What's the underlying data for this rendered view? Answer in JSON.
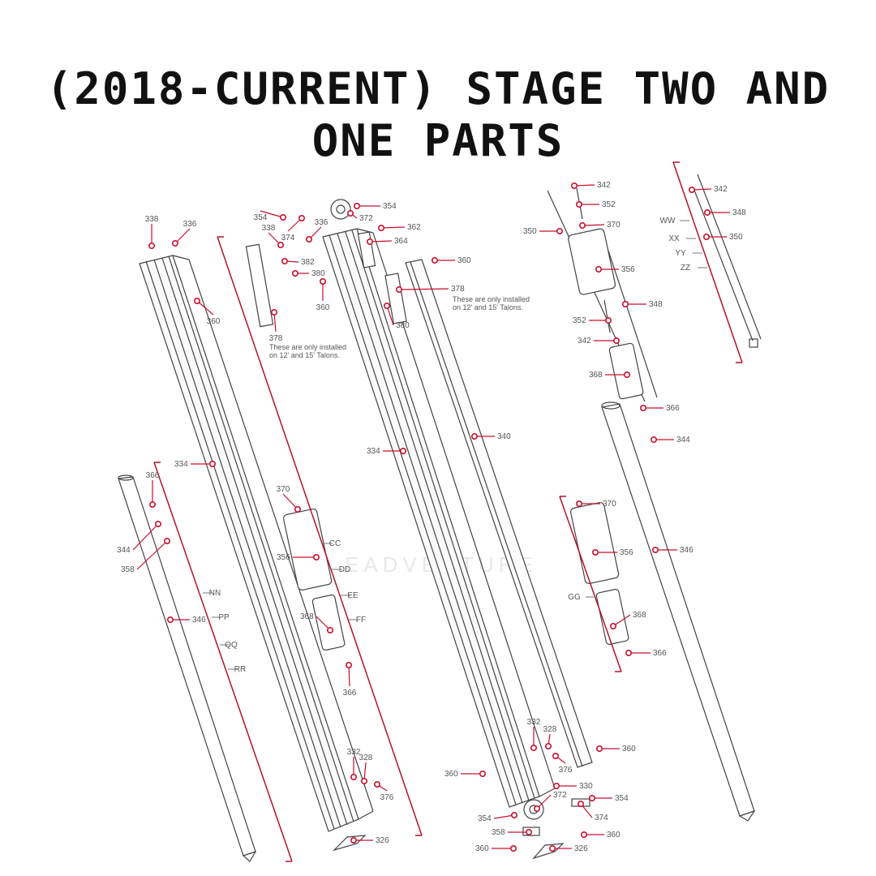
{
  "title": {
    "line1": "(2018-CURRENT) STAGE TWO AND",
    "line2": "ONE PARTS"
  },
  "watermark": "EADVENTURE",
  "colors": {
    "callout": "#c8102e",
    "bracket": "#b0152a",
    "part_outline": "#444444"
  },
  "callouts": [
    {
      "id": "c-338-a",
      "text": "338"
    },
    {
      "id": "c-336-a",
      "text": "336"
    },
    {
      "id": "c-354-a",
      "text": "354"
    },
    {
      "id": "c-338-b",
      "text": "338"
    },
    {
      "id": "c-374-a",
      "text": "374"
    },
    {
      "id": "c-336-b",
      "text": "336"
    },
    {
      "id": "c-382",
      "text": "382"
    },
    {
      "id": "c-380-a",
      "text": "380"
    },
    {
      "id": "c-360-a",
      "text": "360"
    },
    {
      "id": "c-360-b",
      "text": "360"
    },
    {
      "id": "c-378-a",
      "text": "378"
    },
    {
      "id": "c-354-b",
      "text": "354"
    },
    {
      "id": "c-372-a",
      "text": "372"
    },
    {
      "id": "c-362",
      "text": "362"
    },
    {
      "id": "c-364",
      "text": "364"
    },
    {
      "id": "c-360-c",
      "text": "360"
    },
    {
      "id": "c-378-b",
      "text": "378"
    },
    {
      "id": "c-380-b",
      "text": "380"
    },
    {
      "id": "c-342-a",
      "text": "342"
    },
    {
      "id": "c-352-a",
      "text": "352"
    },
    {
      "id": "c-350-a",
      "text": "350"
    },
    {
      "id": "c-370-a",
      "text": "370"
    },
    {
      "id": "c-356-a",
      "text": "356"
    },
    {
      "id": "c-348-a",
      "text": "348"
    },
    {
      "id": "c-352-b",
      "text": "352"
    },
    {
      "id": "c-342-b",
      "text": "342"
    },
    {
      "id": "c-368-a",
      "text": "368"
    },
    {
      "id": "c-366-a",
      "text": "366"
    },
    {
      "id": "c-342-c",
      "text": "342"
    },
    {
      "id": "c-348-b",
      "text": "348"
    },
    {
      "id": "c-350-b",
      "text": "350"
    },
    {
      "id": "c-334-a",
      "text": "334"
    },
    {
      "id": "c-334-b",
      "text": "334"
    },
    {
      "id": "c-340",
      "text": "340"
    },
    {
      "id": "c-344-a",
      "text": "344"
    },
    {
      "id": "c-366-b",
      "text": "366"
    },
    {
      "id": "c-344-b",
      "text": "344"
    },
    {
      "id": "c-358-a",
      "text": "358"
    },
    {
      "id": "c-346-a",
      "text": "346"
    },
    {
      "id": "c-370-b",
      "text": "370"
    },
    {
      "id": "c-356-b",
      "text": "356"
    },
    {
      "id": "c-368-b",
      "text": "368"
    },
    {
      "id": "c-366-c",
      "text": "366"
    },
    {
      "id": "c-370-c",
      "text": "370"
    },
    {
      "id": "c-356-c",
      "text": "356"
    },
    {
      "id": "c-368-c",
      "text": "368"
    },
    {
      "id": "c-366-d",
      "text": "366"
    },
    {
      "id": "c-346-b",
      "text": "346"
    },
    {
      "id": "c-332-a",
      "text": "332"
    },
    {
      "id": "c-328-a",
      "text": "328"
    },
    {
      "id": "c-376-a",
      "text": "376"
    },
    {
      "id": "c-326-a",
      "text": "326"
    },
    {
      "id": "c-332-b",
      "text": "332"
    },
    {
      "id": "c-328-b",
      "text": "328"
    },
    {
      "id": "c-376-b",
      "text": "376"
    },
    {
      "id": "c-360-d",
      "text": "360"
    },
    {
      "id": "c-360-e",
      "text": "360"
    },
    {
      "id": "c-330",
      "text": "330"
    },
    {
      "id": "c-372-b",
      "text": "372"
    },
    {
      "id": "c-354-c",
      "text": "354"
    },
    {
      "id": "c-354-d",
      "text": "354"
    },
    {
      "id": "c-374-b",
      "text": "374"
    },
    {
      "id": "c-358-b",
      "text": "358"
    },
    {
      "id": "c-360-f",
      "text": "360"
    },
    {
      "id": "c-360-g",
      "text": "360"
    },
    {
      "id": "c-326-b",
      "text": "326"
    }
  ],
  "group_labels": [
    {
      "id": "g-ww",
      "text": "WW"
    },
    {
      "id": "g-xx",
      "text": "XX"
    },
    {
      "id": "g-yy",
      "text": "YY"
    },
    {
      "id": "g-zz",
      "text": "ZZ"
    },
    {
      "id": "g-cc",
      "text": "CC"
    },
    {
      "id": "g-dd",
      "text": "DD"
    },
    {
      "id": "g-ee",
      "text": "EE"
    },
    {
      "id": "g-ff",
      "text": "FF"
    },
    {
      "id": "g-nn",
      "text": "NN"
    },
    {
      "id": "g-pp",
      "text": "PP"
    },
    {
      "id": "g-qq",
      "text": "QQ"
    },
    {
      "id": "g-rr",
      "text": "RR"
    },
    {
      "id": "g-gg",
      "text": "GG"
    }
  ],
  "notes": [
    {
      "id": "n-1",
      "line1": "These are only installed",
      "line2": "on 12' and 15' Talons."
    },
    {
      "id": "n-2",
      "line1": "These are only installed",
      "line2": "on 12' and 15' Talons."
    }
  ]
}
